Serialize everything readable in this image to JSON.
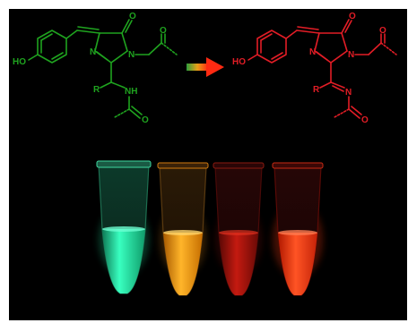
{
  "colors": {
    "background": "#000000",
    "green_structure": "#1fa31f",
    "red_structure": "#e21d26",
    "arrow_start": "#2e9e3c",
    "arrow_end": "#ff2a12",
    "tube_green": "#20e8a2",
    "tube_orange": "#ff9a12",
    "tube_red": "#b8140c",
    "tube_bright_red": "#ff3a10"
  },
  "green_molecule": {
    "atoms": {
      "oxygen_carbonyl": "O",
      "nitrogen_ring_left": "N",
      "nitrogen_ring_right": "N",
      "hydroxyl": "HO",
      "oxygen_ketone": "O",
      "r_group": "R",
      "amide_nh": "NH",
      "oxygen_amide": "O"
    }
  },
  "red_molecule": {
    "atoms": {
      "oxygen_carbonyl": "O",
      "nitrogen_ring_left": "N",
      "nitrogen_ring_right": "N",
      "hydroxyl": "HO",
      "oxygen_ketone": "O",
      "r_group": "R",
      "imine_n": "N",
      "oxygen_acyl": "O"
    }
  },
  "arrow": {
    "icon": "reaction-arrow-icon"
  },
  "tubes": [
    {
      "icon": "tube-icon",
      "liquid": "green",
      "level": 0.45
    },
    {
      "icon": "tube-icon",
      "liquid": "orange",
      "level": 0.45
    },
    {
      "icon": "tube-icon",
      "liquid": "dark-red",
      "level": 0.45
    },
    {
      "icon": "tube-icon",
      "liquid": "bright-red",
      "level": 0.45
    }
  ]
}
